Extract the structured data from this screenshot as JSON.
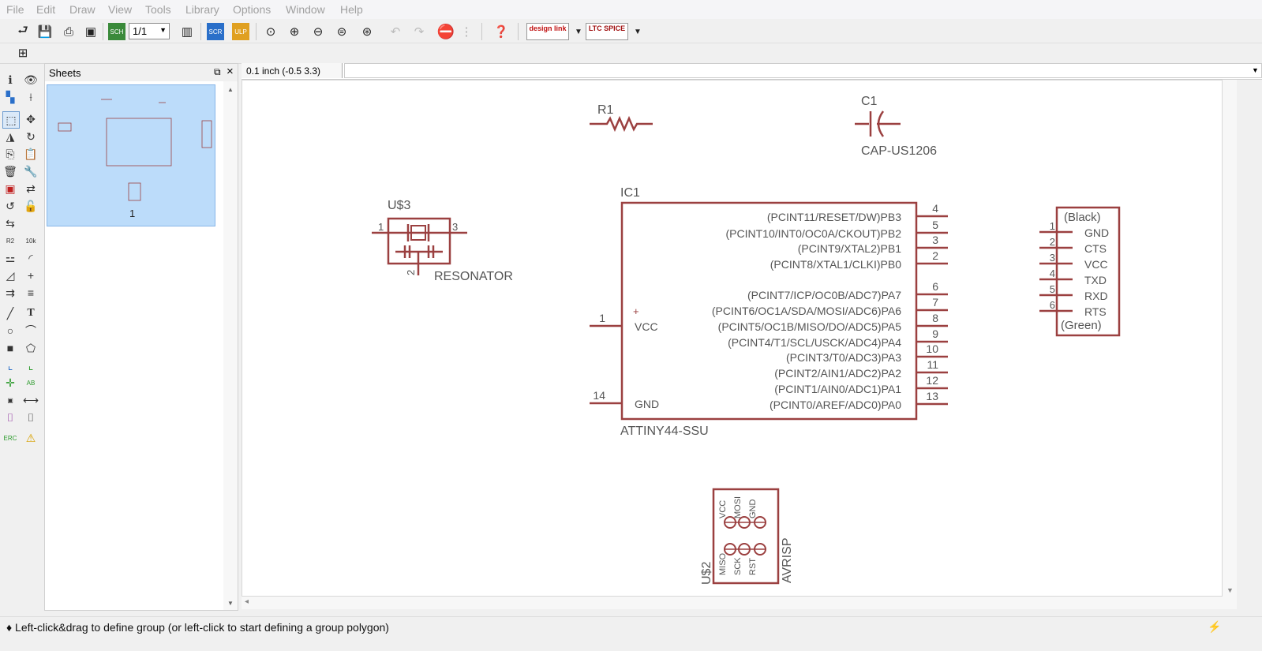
{
  "menu": [
    "File",
    "Edit",
    "Draw",
    "View",
    "Tools",
    "Library",
    "Options",
    "Window",
    "Help"
  ],
  "toolbar": {
    "sheet_select": "1/1",
    "design_link_label": "design link",
    "ltspice_label": "LTC SPICE"
  },
  "sheets_panel": {
    "title": "Sheets",
    "sheet_number": "1"
  },
  "coord_display": "0.1 inch (-0.5 3.3)",
  "schematic": {
    "r1": {
      "name": "R1"
    },
    "c1": {
      "name": "C1",
      "value": "CAP-US1206"
    },
    "u3": {
      "name": "U$3",
      "value": "RESONATOR",
      "pins": [
        "1",
        "3",
        "2"
      ]
    },
    "ic1": {
      "name": "IC1",
      "value": "ATTINY44-SSU",
      "left_pins": [
        {
          "num": "1",
          "label": "VCC"
        },
        {
          "num": "14",
          "label": "GND"
        }
      ],
      "right_pins": [
        {
          "num": "4",
          "label": "(PCINT11/RESET/DW)PB3"
        },
        {
          "num": "5",
          "label": "(PCINT10/INT0/OC0A/CKOUT)PB2"
        },
        {
          "num": "3",
          "label": "(PCINT9/XTAL2)PB1"
        },
        {
          "num": "2",
          "label": "(PCINT8/XTAL1/CLKI)PB0"
        },
        {
          "num": "6",
          "label": "(PCINT7/ICP/OC0B/ADC7)PA7"
        },
        {
          "num": "7",
          "label": "(PCINT6/OC1A/SDA/MOSI/ADC6)PA6"
        },
        {
          "num": "8",
          "label": "(PCINT5/OC1B/MISO/DO/ADC5)PA5"
        },
        {
          "num": "9",
          "label": "(PCINT4/T1/SCL/USCK/ADC4)PA4"
        },
        {
          "num": "10",
          "label": "(PCINT3/T0/ADC3)PA3"
        },
        {
          "num": "11",
          "label": "(PCINT2/AIN1/ADC2)PA2"
        },
        {
          "num": "12",
          "label": "(PCINT1/AIN0/ADC1)PA1"
        },
        {
          "num": "13",
          "label": "(PCINT0/AREF/ADC0)PA0"
        }
      ]
    },
    "ftdi": {
      "top": "(Black)",
      "bottom": "(Green)",
      "pins": [
        {
          "num": "1",
          "label": "GND"
        },
        {
          "num": "2",
          "label": "CTS"
        },
        {
          "num": "3",
          "label": "VCC"
        },
        {
          "num": "4",
          "label": "TXD"
        },
        {
          "num": "5",
          "label": "RXD"
        },
        {
          "num": "6",
          "label": "RTS"
        }
      ]
    },
    "u2": {
      "name": "U$2",
      "value": "AVRISP",
      "top_labels": [
        "VCC",
        "MOSI",
        "GND"
      ],
      "bottom_labels": [
        "MISO",
        "SCK",
        "RST"
      ]
    }
  },
  "status_text": "♦ Left-click&drag to define group (or left-click to start defining a group polygon)",
  "colors": {
    "schematic_line": "#9b4040",
    "schematic_text": "#555555",
    "sheet_highlight": "#bcdcfa"
  }
}
